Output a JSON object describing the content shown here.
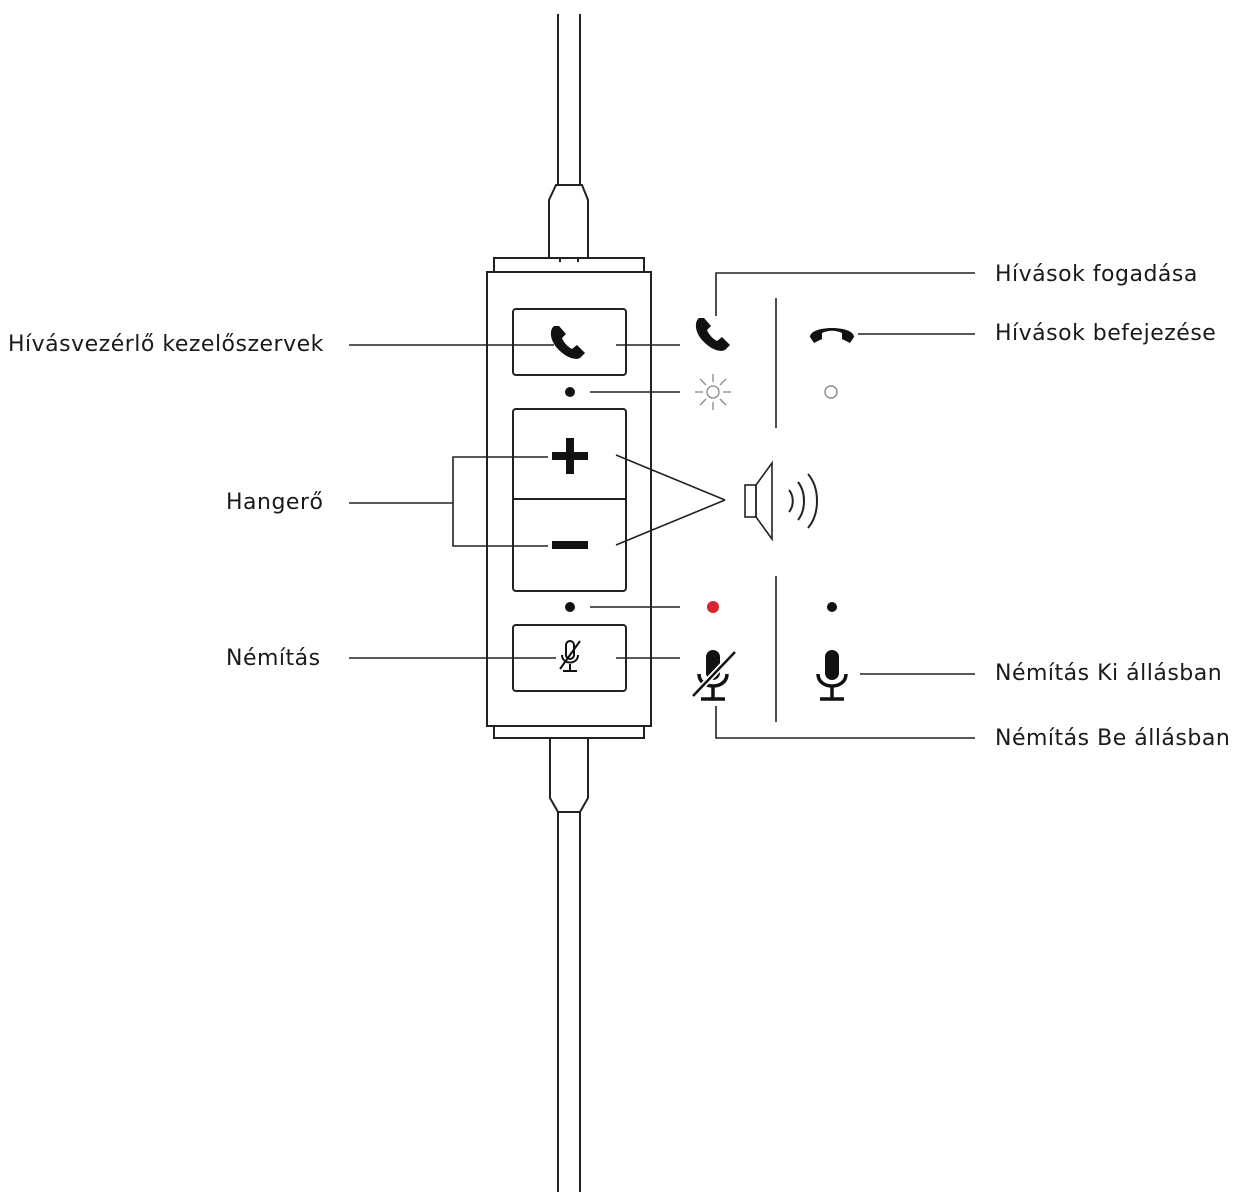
{
  "labels": {
    "call_controls": "Hívásvezérlő kezelőszervek",
    "volume": "Hangerő",
    "mute": "Némítás",
    "answer_call": "Hívások fogadása",
    "end_call": "Hívások befejezése",
    "mute_off": "Némítás Ki állásban",
    "mute_on": "Némítás Be állásban"
  },
  "icons": {
    "call_button": "phone-icon",
    "volume_up": "plus-icon",
    "volume_down": "minus-icon",
    "mute_button": "mic-muted-icon",
    "answer_state": "phone-icon",
    "end_state": "phone-hangup-icon",
    "led_blinking": "led-blink-icon",
    "led_off": "led-off-icon",
    "speaker": "speaker-icon",
    "mute_on_state": "mic-muted-icon",
    "mute_off_state": "mic-icon"
  },
  "colors": {
    "mute_led_active": "#d9232d",
    "line": "#222222"
  }
}
